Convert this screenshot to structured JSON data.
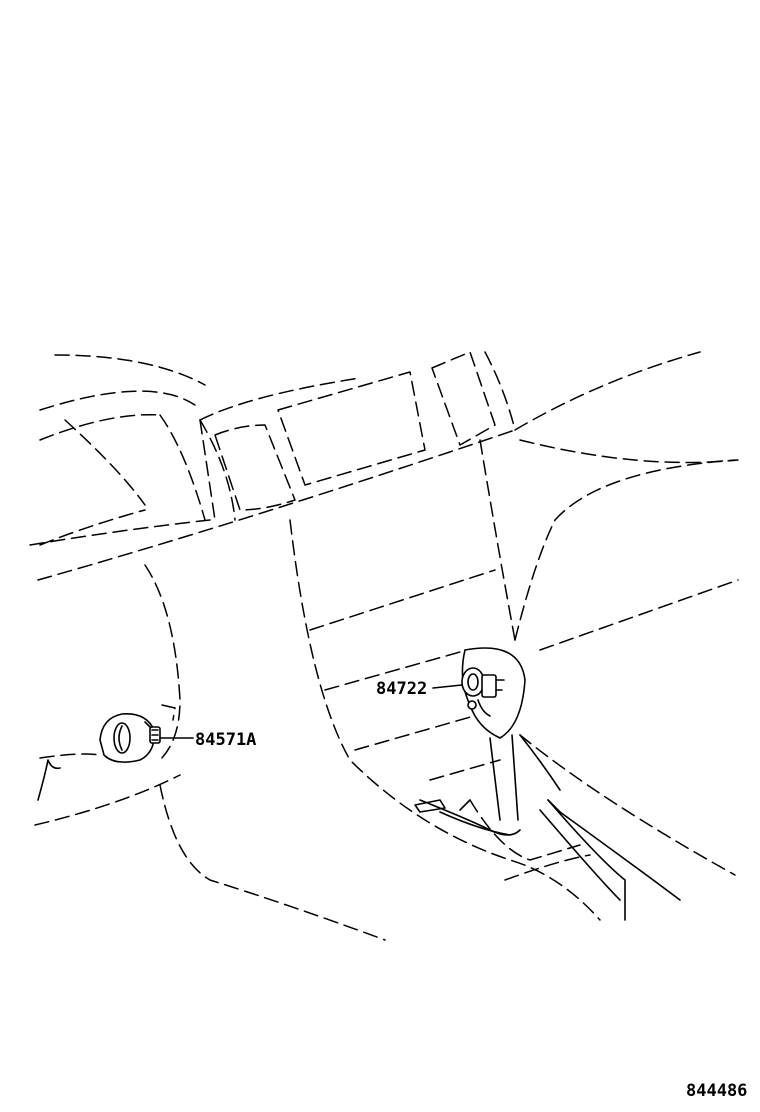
{
  "diagram": {
    "callouts": [
      {
        "id": "switch-left",
        "part_number": "84571A"
      },
      {
        "id": "switch-shift",
        "part_number": "84722"
      }
    ],
    "illustration_number": "844486"
  }
}
